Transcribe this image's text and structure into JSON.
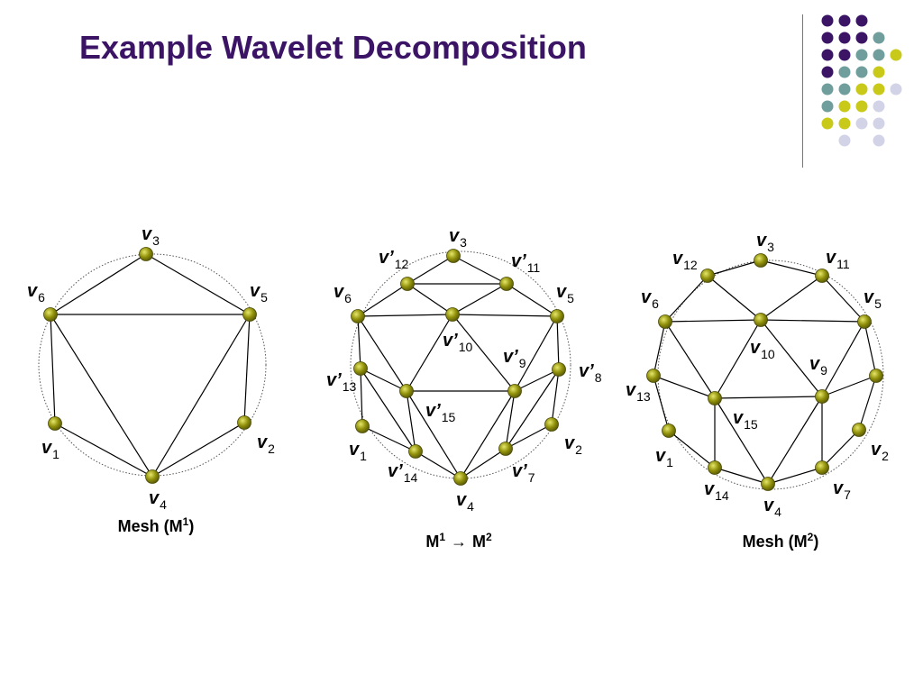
{
  "slide": {
    "title": "Example Wavelet Decomposition"
  },
  "colors": {
    "title": "#3b1466",
    "vertex": "#8f8f0a",
    "dot_purple": "#3b1466",
    "dot_teal": "#6f9e9c",
    "dot_yellow": "#c9c91a",
    "dot_lavender": "#d3d3e8"
  },
  "decoration": {
    "dot_grid": [
      [
        "purple",
        "purple",
        "purple",
        "none"
      ],
      [
        "purple",
        "purple",
        "purple",
        "teal"
      ],
      [
        "purple",
        "purple",
        "teal",
        "teal",
        "yellow"
      ],
      [
        "purple",
        "teal",
        "teal",
        "yellow",
        "none"
      ],
      [
        "teal",
        "teal",
        "yellow",
        "yellow",
        "lavender"
      ],
      [
        "teal",
        "yellow",
        "yellow",
        "lavender",
        "none"
      ],
      [
        "yellow",
        "yellow",
        "lavender",
        "lavender",
        "none"
      ],
      [
        "none",
        "lavender",
        "none",
        "lavender",
        "none"
      ]
    ]
  },
  "diagrams": [
    {
      "id": "mesh-m1",
      "caption": {
        "base": "Mesh (M",
        "sup": "1",
        "tail": ")"
      },
      "vertices": [
        {
          "id": "v3",
          "main": "v",
          "prime": "",
          "sub": "3"
        },
        {
          "id": "v5",
          "main": "v",
          "prime": "",
          "sub": "5"
        },
        {
          "id": "v2",
          "main": "v",
          "prime": "",
          "sub": "2"
        },
        {
          "id": "v4",
          "main": "v",
          "prime": "",
          "sub": "4"
        },
        {
          "id": "v1",
          "main": "v",
          "prime": "",
          "sub": "1"
        },
        {
          "id": "v6",
          "main": "v",
          "prime": "",
          "sub": "6"
        }
      ],
      "edges": [
        [
          "v6",
          "v3"
        ],
        [
          "v3",
          "v5"
        ],
        [
          "v6",
          "v5"
        ],
        [
          "v6",
          "v1"
        ],
        [
          "v1",
          "v4"
        ],
        [
          "v6",
          "v4"
        ],
        [
          "v5",
          "v4"
        ],
        [
          "v5",
          "v2"
        ],
        [
          "v2",
          "v4"
        ]
      ]
    },
    {
      "id": "mesh-m1-to-m2",
      "caption": {
        "a": "M",
        "a_sup": "1",
        "arrow": "→",
        "b": "M",
        "b_sup": "2"
      },
      "vertices": [
        {
          "id": "v3",
          "main": "v",
          "prime": "",
          "sub": "3"
        },
        {
          "id": "v5",
          "main": "v",
          "prime": "",
          "sub": "5"
        },
        {
          "id": "v2",
          "main": "v",
          "prime": "",
          "sub": "2"
        },
        {
          "id": "v4",
          "main": "v",
          "prime": "",
          "sub": "4"
        },
        {
          "id": "v1",
          "main": "v",
          "prime": "",
          "sub": "1"
        },
        {
          "id": "v6",
          "main": "v",
          "prime": "",
          "sub": "6"
        },
        {
          "id": "p12",
          "main": "v",
          "prime": "’",
          "sub": "12"
        },
        {
          "id": "p11",
          "main": "v",
          "prime": "’",
          "sub": "11"
        },
        {
          "id": "p10",
          "main": "v",
          "prime": "’",
          "sub": "10"
        },
        {
          "id": "p9",
          "main": "v",
          "prime": "’",
          "sub": "9"
        },
        {
          "id": "p8",
          "main": "v",
          "prime": "’",
          "sub": "8"
        },
        {
          "id": "p13",
          "main": "v",
          "prime": "’",
          "sub": "13"
        },
        {
          "id": "p15",
          "main": "v",
          "prime": "’",
          "sub": "15"
        },
        {
          "id": "p14",
          "main": "v",
          "prime": "’",
          "sub": "14"
        },
        {
          "id": "p7",
          "main": "v",
          "prime": "’",
          "sub": "7"
        }
      ],
      "edges": [
        [
          "v6",
          "p12"
        ],
        [
          "p12",
          "v3"
        ],
        [
          "v3",
          "p11"
        ],
        [
          "p11",
          "v5"
        ],
        [
          "p12",
          "p11"
        ],
        [
          "p12",
          "p10"
        ],
        [
          "p11",
          "p10"
        ],
        [
          "v6",
          "p10"
        ],
        [
          "p10",
          "v5"
        ],
        [
          "v6",
          "p13"
        ],
        [
          "p13",
          "v1"
        ],
        [
          "v1",
          "p14"
        ],
        [
          "p14",
          "v4"
        ],
        [
          "v6",
          "p15"
        ],
        [
          "p13",
          "p15"
        ],
        [
          "p15",
          "p10"
        ],
        [
          "p13",
          "p14"
        ],
        [
          "p15",
          "p14"
        ],
        [
          "p15",
          "v4"
        ],
        [
          "p10",
          "p9"
        ],
        [
          "p15",
          "p9"
        ],
        [
          "v5",
          "p9"
        ],
        [
          "v5",
          "p8"
        ],
        [
          "p8",
          "v2"
        ],
        [
          "v2",
          "p7"
        ],
        [
          "p7",
          "v4"
        ],
        [
          "p9",
          "p8"
        ],
        [
          "p9",
          "p7"
        ],
        [
          "p8",
          "p7"
        ],
        [
          "p9",
          "v4"
        ]
      ]
    },
    {
      "id": "mesh-m2",
      "caption": {
        "base": "Mesh (M",
        "sup": "2",
        "tail": ")"
      },
      "vertices": [
        {
          "id": "v3",
          "main": "v",
          "prime": "",
          "sub": "3"
        },
        {
          "id": "v11",
          "main": "v",
          "prime": "",
          "sub": "11"
        },
        {
          "id": "v5",
          "main": "v",
          "prime": "",
          "sub": "5"
        },
        {
          "id": "v8",
          "main": "",
          "prime": "",
          "sub": ""
        },
        {
          "id": "v2",
          "main": "v",
          "prime": "",
          "sub": "2"
        },
        {
          "id": "v7",
          "main": "v",
          "prime": "",
          "sub": "7"
        },
        {
          "id": "v4",
          "main": "v",
          "prime": "",
          "sub": "4"
        },
        {
          "id": "v14",
          "main": "v",
          "prime": "",
          "sub": "14"
        },
        {
          "id": "v1",
          "main": "v",
          "prime": "",
          "sub": "1"
        },
        {
          "id": "v13",
          "main": "v",
          "prime": "",
          "sub": "13"
        },
        {
          "id": "v6",
          "main": "v",
          "prime": "",
          "sub": "6"
        },
        {
          "id": "v12",
          "main": "v",
          "prime": "",
          "sub": "12"
        },
        {
          "id": "v10",
          "main": "v",
          "prime": "",
          "sub": "10"
        },
        {
          "id": "v9",
          "main": "v",
          "prime": "",
          "sub": "9"
        },
        {
          "id": "v15",
          "main": "v",
          "prime": "",
          "sub": "15"
        }
      ],
      "edges": [
        [
          "v6",
          "v12"
        ],
        [
          "v12",
          "v3"
        ],
        [
          "v3",
          "v11"
        ],
        [
          "v11",
          "v5"
        ],
        [
          "v12",
          "v10"
        ],
        [
          "v11",
          "v10"
        ],
        [
          "v6",
          "v10"
        ],
        [
          "v10",
          "v5"
        ],
        [
          "v6",
          "v13"
        ],
        [
          "v13",
          "v1"
        ],
        [
          "v1",
          "v14"
        ],
        [
          "v14",
          "v4"
        ],
        [
          "v6",
          "v15"
        ],
        [
          "v13",
          "v15"
        ],
        [
          "v15",
          "v10"
        ],
        [
          "v15",
          "v14"
        ],
        [
          "v15",
          "v4"
        ],
        [
          "v10",
          "v9"
        ],
        [
          "v15",
          "v9"
        ],
        [
          "v5",
          "v9"
        ],
        [
          "v5",
          "v8"
        ],
        [
          "v8",
          "v2"
        ],
        [
          "v2",
          "v7"
        ],
        [
          "v7",
          "v4"
        ],
        [
          "v9",
          "v8"
        ],
        [
          "v9",
          "v7"
        ],
        [
          "v9",
          "v4"
        ]
      ]
    }
  ]
}
